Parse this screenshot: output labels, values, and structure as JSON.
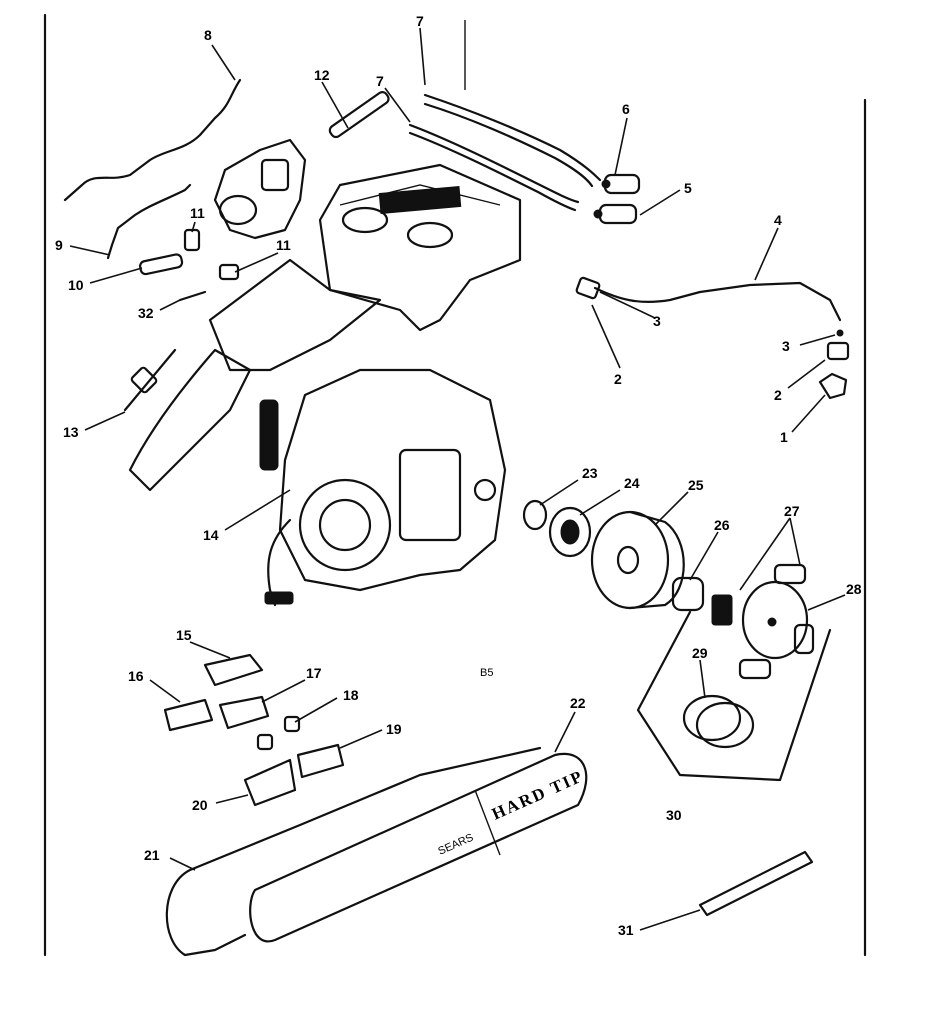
{
  "diagram": {
    "code_label": "B5",
    "bar_text_1": "HARD TIP",
    "bar_text_2": "SEARS",
    "callouts": [
      "1",
      "2",
      "2",
      "3",
      "3",
      "4",
      "5",
      "6",
      "7",
      "7",
      "8",
      "9",
      "10",
      "11",
      "11",
      "12",
      "13",
      "14",
      "15",
      "16",
      "17",
      "18",
      "19",
      "20",
      "21",
      "22",
      "23",
      "24",
      "25",
      "26",
      "27",
      "28",
      "29",
      "30",
      "31",
      "32"
    ]
  }
}
